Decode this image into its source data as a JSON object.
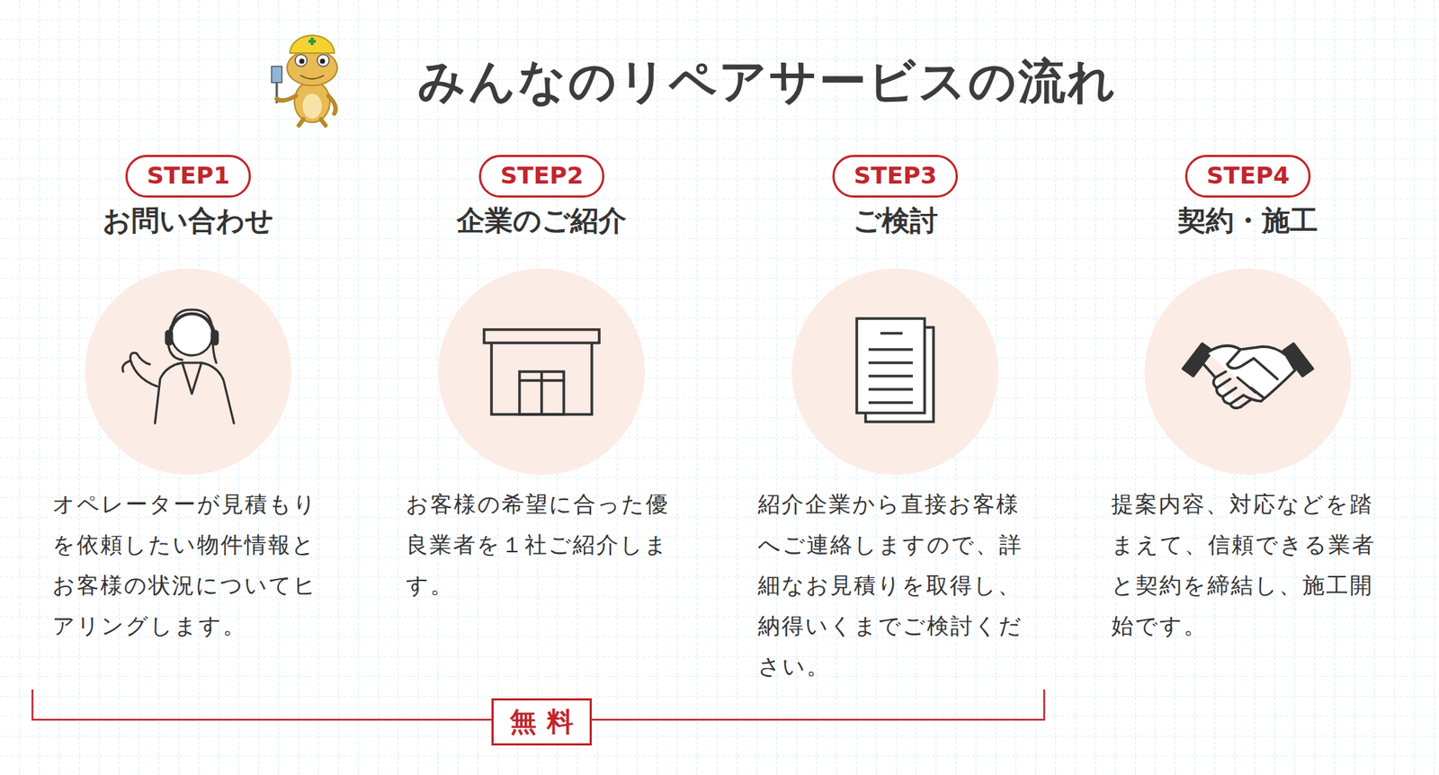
{
  "diagram": {
    "title": "みんなのリペアサービスの流れ",
    "nodes": [
      {
        "text": [
          "STEP1",
          "お問い合わせ"
        ]
      },
      {
        "text": [
          "STEP2",
          "企業のご紹介"
        ]
      },
      {
        "text": [
          "STEP3",
          "ご検討"
        ]
      },
      {
        "text": [
          "STEP4",
          "契約・施工"
        ]
      },
      {
        "text": [
          "無料"
        ]
      }
    ],
    "labels": [
      "オペレーターが見積もりを依頼したい物件情報とお客様の状況についてヒアリングします。",
      "お客様の希望に合った優良業者を１社ご紹介します。",
      "紹介企業から直接お客様へご連絡しますので、詳細なお見積りを取得し、納得いくまでご検討ください。",
      "提案内容、対応などを踏まえて、信頼できる業者と契約を締結し、施工開始です。"
    ]
  }
}
